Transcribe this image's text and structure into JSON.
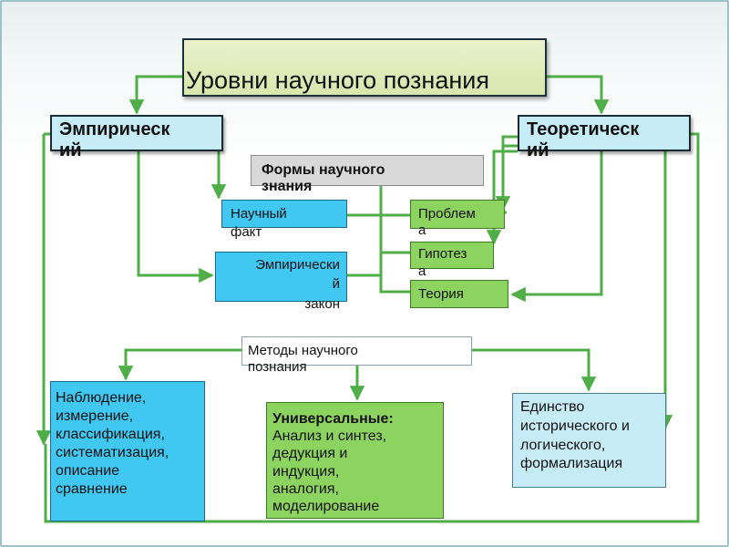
{
  "title": "Уровни научного познания",
  "empirical": {
    "line1": "Эмпирическ",
    "line2": "ий"
  },
  "theoretical": {
    "line1": "Теоретическ",
    "line2": "ий"
  },
  "forms": {
    "line1": "Формы научного",
    "line2": "знания"
  },
  "fact": {
    "line1": "Научный",
    "line2": "факт"
  },
  "law": {
    "line1": "Эмпирически",
    "line2": "й",
    "line3": "закон"
  },
  "problem": {
    "line1": "Проблем",
    "line2": "а"
  },
  "hypothesis": {
    "line1": "Гипотез",
    "line2": "а"
  },
  "theory": {
    "label": "Теория"
  },
  "methods": {
    "line1": "Методы научного",
    "line2": "познания"
  },
  "empirical_methods": [
    "Наблюдение,",
    "измерение,",
    "классификация,",
    "систематизация,",
    "описание",
    "сравнение"
  ],
  "universal": {
    "heading": "Универсальные:",
    "items": [
      "Анализ и синтез,",
      "дедукция и",
      "индукция,",
      "аналогия,",
      "моделирование"
    ]
  },
  "theoretical_methods": [
    "Единство",
    "исторического и",
    "логического,",
    "формализация"
  ],
  "colors": {
    "connector": "#4fae47",
    "frame": "#9cc3c6"
  }
}
